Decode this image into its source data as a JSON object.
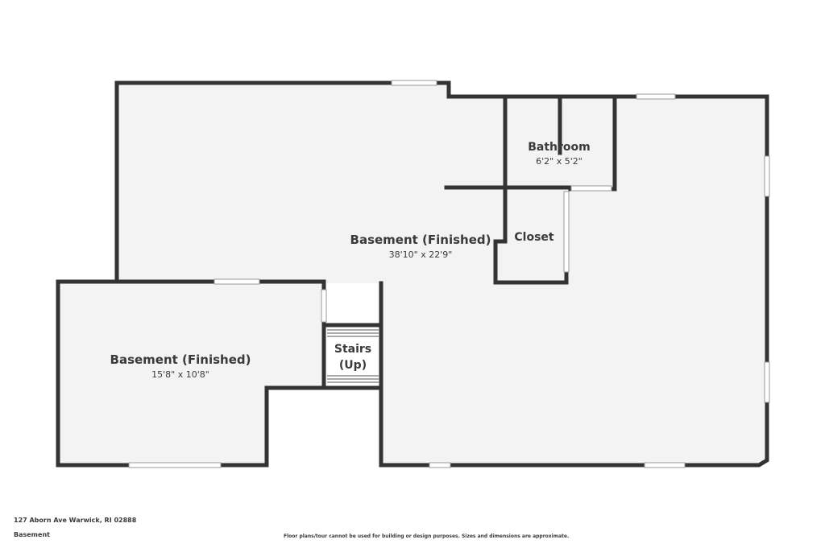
{
  "rooms": {
    "main_basement": {
      "name": "Basement (Finished)",
      "dims": "38'10\" x 22'9\""
    },
    "bathroom": {
      "name": "Bathroom",
      "dims": "6'2\" x 5'2\""
    },
    "closet": {
      "name": "Closet"
    },
    "stairs": {
      "line1": "Stairs",
      "line2": "(Up)"
    },
    "small_basement": {
      "name": "Basement (Finished)",
      "dims": "15'8\" x 10'8\""
    }
  },
  "footer": {
    "address": "127 Aborn Ave Warwick, RI 02888",
    "level": "Basement",
    "disclaimer": "Floor plans/tour cannot be used for building or design purposes. Sizes and dimensions are approximate."
  },
  "colors": {
    "wall": "#333333",
    "floor": "#f3f3f3",
    "window": "#ffffff",
    "text": "#3a3a3a"
  }
}
